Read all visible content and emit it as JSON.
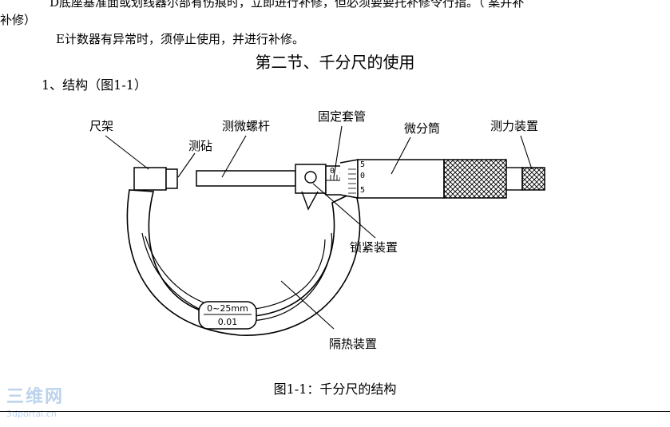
{
  "text": {
    "cut_top": "D底座基准面或划线器尔部有伤痕时，立即进行补修，但必须要要托补修令行指。（  案并补",
    "cut_left": "补修）",
    "item_e": "E计数器有异常时，须停止使用，并进行补修。",
    "section_title": "第二节、千分尺的使用",
    "structure_heading": "1、结构（图1-1）",
    "caption": "图1-1：千分尺的结构"
  },
  "figure": {
    "labels": {
      "frame": "尺架",
      "anvil": "测砧",
      "spindle": "测微螺杆",
      "sleeve": "固定套管",
      "thimble": "微分筒",
      "ratchet": "测力装置",
      "lock": "锁紧装置",
      "insulation": "隔热装置"
    },
    "range_plate": {
      "range": "0~25mm",
      "resolution": "0.01"
    },
    "sleeve_marks": "0 5",
    "thimble_marks": [
      "5",
      "0",
      "5"
    ]
  },
  "watermark": {
    "logo": "三维网",
    "site": "3dportal.cn"
  }
}
